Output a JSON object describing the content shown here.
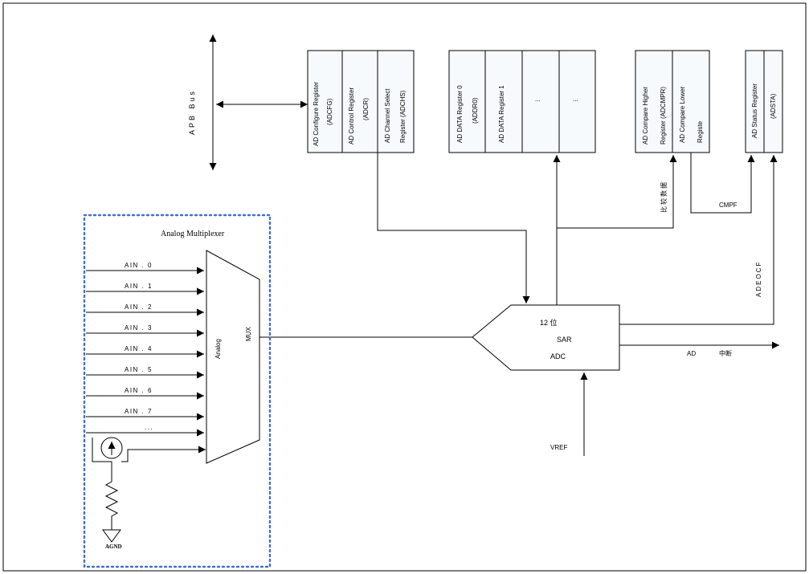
{
  "bus": {
    "label": "APB Bus"
  },
  "registers": {
    "adcfg": [
      "AD Configure Register",
      "(ADCFG)"
    ],
    "adcr": [
      "AD Control Register",
      "(ADCR)"
    ],
    "adchs": [
      "AD Channel Select",
      "Register (ADCHS)"
    ],
    "addr0": [
      "AD DATA Register 0",
      "(ADDR0)"
    ],
    "addr1": [
      "AD DATA Register 1"
    ],
    "addr_more1": "...",
    "addr_more2": "...",
    "adcmpr": [
      "AD Compare Higher",
      "Register (ADCMPR)"
    ],
    "adcmpl": [
      "AD Compare Lower",
      "Registe"
    ],
    "adsta": [
      "AD Status Register",
      "(ADSTA)"
    ]
  },
  "signals": {
    "compare_data": "比较数据",
    "cmpf": "CMPF",
    "adeocf": "ADEOCF",
    "vref": "VREF",
    "ad_interrupt_1": "AD",
    "ad_interrupt_2": "中断"
  },
  "adc": {
    "line1": "12  位",
    "line2": "SAR",
    "line3": "ADC"
  },
  "mux": {
    "title": "Analog Multiplexer",
    "label1": "Analog",
    "label2": "MUX",
    "inputs": [
      "AIN . 0",
      "AIN . 1",
      "AIN . 2",
      "AIN . 3",
      "AIN . 4",
      "AIN . 5",
      "AIN . 6",
      "AIN . 7",
      "..."
    ],
    "ground": "AGND"
  }
}
